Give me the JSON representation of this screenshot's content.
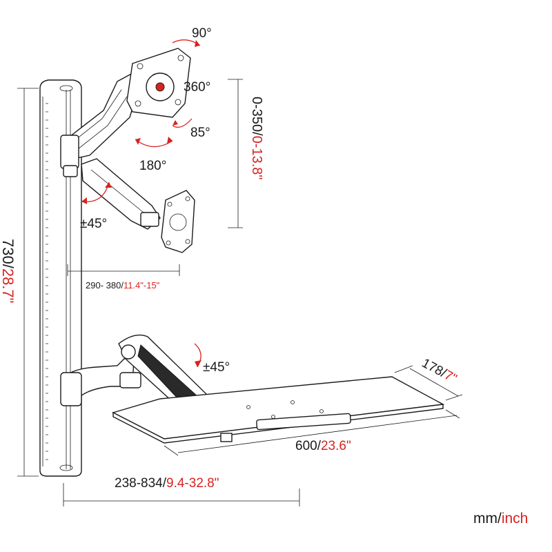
{
  "dims": {
    "rotation_90": "90°",
    "rotation_360": "360°",
    "tilt_85": "85°",
    "swivel_180": "180°",
    "arm_tilt": "±45°",
    "monitor_vertical_mm": "0-350/",
    "monitor_vertical_in": "0-13.8\"",
    "arm_extension_mm": "290- 380/",
    "arm_extension_in": "11.4\"-15\"",
    "pole_height_mm": "730/",
    "pole_height_in": "28.7\"",
    "keyboard_tilt": "±45°",
    "tray_depth_mm": "178/",
    "tray_depth_in": "7\"",
    "tray_width_mm": "600/",
    "tray_width_in": "23.6\"",
    "tray_reach_mm": "238-834/",
    "tray_reach_in": "9.4-32.8\""
  },
  "units": {
    "metric": "mm/",
    "imperial": "inch"
  },
  "colors": {
    "line": "#1a1a1a",
    "accent": "#d8231f"
  }
}
